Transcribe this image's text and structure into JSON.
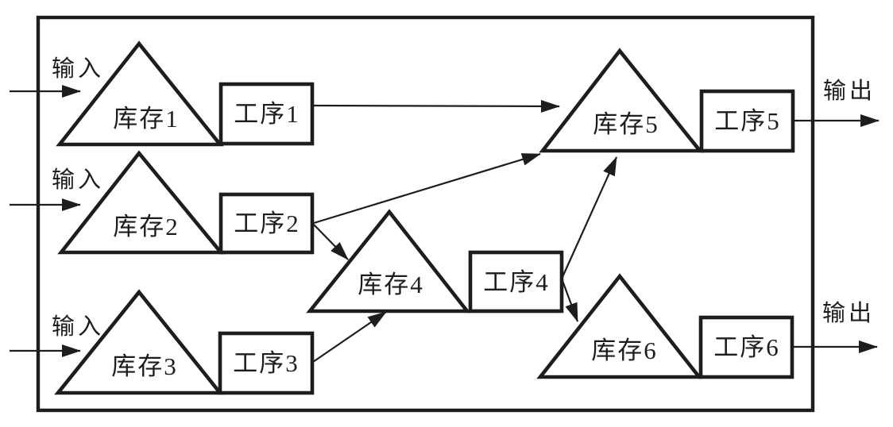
{
  "diagram": {
    "type": "production-flow-network",
    "colors": {
      "line": "#1d1d1d",
      "text": "#1d1d1d",
      "background": "#ffffff"
    },
    "inputs": [
      {
        "label": "输入"
      },
      {
        "label": "输入"
      },
      {
        "label": "输入"
      }
    ],
    "outputs": [
      {
        "label": "输出"
      },
      {
        "label": "输出"
      }
    ],
    "inventories": [
      {
        "label": "库存1"
      },
      {
        "label": "库存2"
      },
      {
        "label": "库存3"
      },
      {
        "label": "库存4"
      },
      {
        "label": "库存5"
      },
      {
        "label": "库存6"
      }
    ],
    "processes": [
      {
        "label": "工序1"
      },
      {
        "label": "工序2"
      },
      {
        "label": "工序3"
      },
      {
        "label": "工序4"
      },
      {
        "label": "工序5"
      },
      {
        "label": "工序6"
      }
    ],
    "connections": [
      {
        "from": "输入",
        "to": "库存1"
      },
      {
        "from": "输入",
        "to": "库存2"
      },
      {
        "from": "输入",
        "to": "库存3"
      },
      {
        "from": "工序1",
        "to": "库存5"
      },
      {
        "from": "工序2",
        "to": "库存5"
      },
      {
        "from": "工序2",
        "to": "库存4"
      },
      {
        "from": "工序3",
        "to": "库存4"
      },
      {
        "from": "工序4",
        "to": "库存5"
      },
      {
        "from": "工序4",
        "to": "库存6"
      },
      {
        "from": "工序5",
        "to": "输出"
      },
      {
        "from": "工序6",
        "to": "输出"
      }
    ]
  }
}
